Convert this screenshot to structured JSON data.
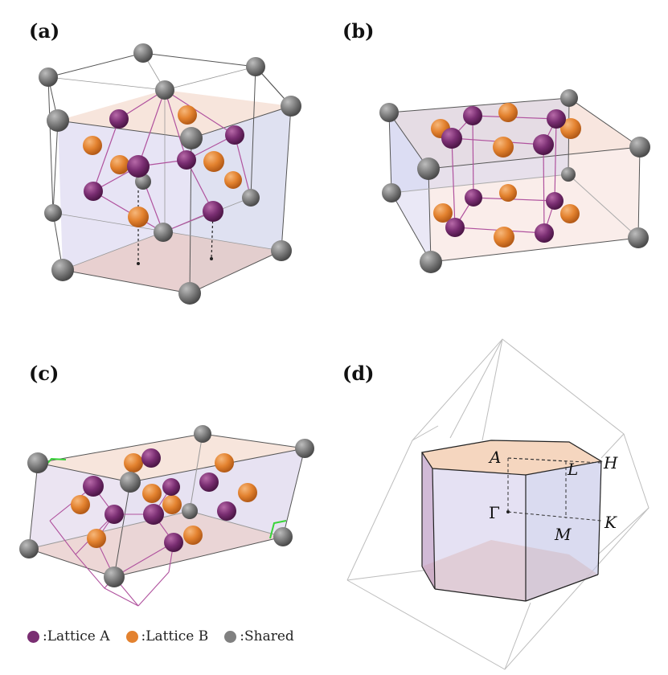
{
  "panels": {
    "a": "(a)",
    "b": "(b)",
    "c": "(c)",
    "d": "(d)"
  },
  "bz_labels": {
    "A": "A",
    "L": "L",
    "H": "H",
    "Gamma": "Γ",
    "M": "M",
    "K": "K"
  },
  "legend": [
    {
      "label": ":Lattice A",
      "color": "#7a2e72"
    },
    {
      "label": ":Lattice B",
      "color": "#e3822f"
    },
    {
      "label": ":Shared",
      "color": "#808080"
    }
  ]
}
